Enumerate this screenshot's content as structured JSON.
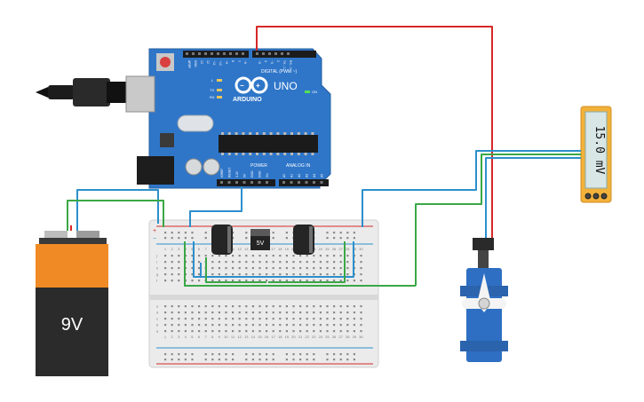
{
  "arduino": {
    "brand_text": "ARDUINO",
    "model_text": "UNO",
    "digital_header_label": "DIGITAL (PWM ~)",
    "power_header_label": "POWER",
    "analog_header_label": "ANALOG IN",
    "tx_label": "TX",
    "rx_label": "RX",
    "l_label": "L",
    "on_label": "ON",
    "digital_pins": [
      "AREF",
      "GND",
      "13",
      "12",
      "~11",
      "~10",
      "~9",
      "8",
      "7",
      "~6",
      "~5",
      "4",
      "~3",
      "2",
      "TX→1",
      "RX←0"
    ],
    "power_pins": [
      "IOREF",
      "RESET",
      "3.3V",
      "5V",
      "GND",
      "GND",
      "Vin"
    ],
    "analog_pins": [
      "A0",
      "A1",
      "A2",
      "A3",
      "A4",
      "A5"
    ]
  },
  "battery": {
    "label": "9V"
  },
  "regulator": {
    "label": "5V"
  },
  "multimeter": {
    "display_value": "15.0 mV"
  },
  "breadboard": {
    "column_numbers": [
      "1",
      "2",
      "3",
      "4",
      "5",
      "6",
      "7",
      "8",
      "9",
      "10",
      "11",
      "12",
      "13",
      "14",
      "15",
      "16",
      "17",
      "18",
      "19",
      "20",
      "21",
      "22",
      "23",
      "24",
      "25",
      "26",
      "27",
      "28",
      "29",
      "30"
    ],
    "top_row_letters": [
      "j",
      "i",
      "h",
      "g",
      "f"
    ],
    "bottom_row_letters": [
      "e",
      "d",
      "c",
      "b",
      "a"
    ],
    "rail_plus": "+",
    "rail_minus": "−"
  },
  "colors": {
    "arduino_board": "#2f76c9",
    "wire_red": "#d62828",
    "wire_green": "#39a845",
    "wire_blue": "#2d8fcc",
    "battery_orange": "#f08a24",
    "battery_black": "#2b2b2b",
    "servo_blue": "#2e6fc4",
    "multimeter_yellow": "#f2b23a",
    "multimeter_screen": "#d9e6e6"
  }
}
